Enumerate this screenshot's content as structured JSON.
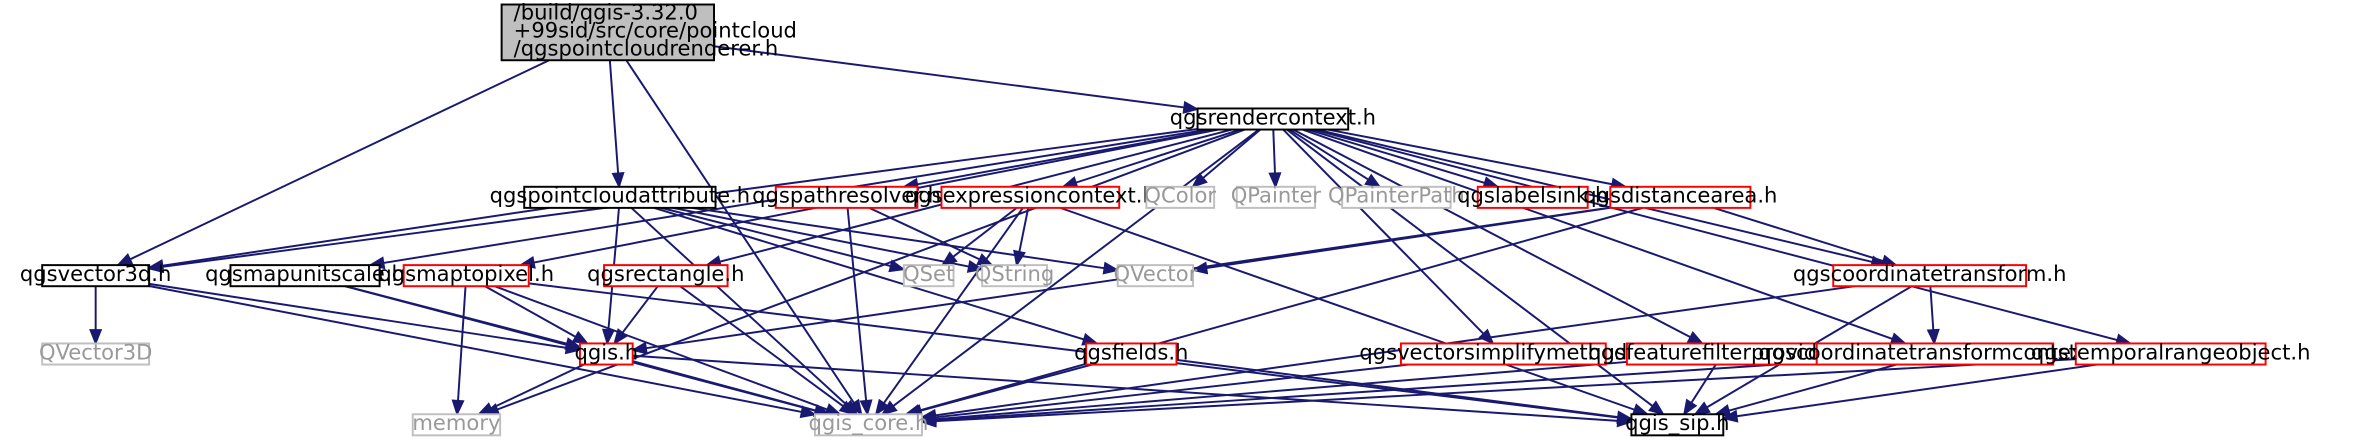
{
  "graph": {
    "colors": {
      "edge": "#191970",
      "focus_fill": "#bfbfbf",
      "focus_border": "#000000",
      "normal_border": "#000000",
      "incomplete_border": "#ff0000",
      "external_border": "#bfbfbf",
      "external_text": "#999999"
    },
    "nodes": [
      {
        "id": "root",
        "kind": "focus",
        "lines": [
          "/build/qgis-3.32.0",
          "+99sid/src/core/pointcloud",
          "/qgspointcloudrenderer.h"
        ]
      },
      {
        "id": "rendercontext",
        "kind": "normal",
        "lines": [
          "qgsrendercontext.h"
        ]
      },
      {
        "id": "pcattr",
        "kind": "normal",
        "lines": [
          "qgspointcloudattribute.h"
        ]
      },
      {
        "id": "vector3d",
        "kind": "normal",
        "lines": [
          "qgsvector3d.h"
        ]
      },
      {
        "id": "mapunitscale",
        "kind": "normal",
        "lines": [
          "qgsmapunitscale.h"
        ]
      },
      {
        "id": "maptopixel",
        "kind": "incomplete",
        "lines": [
          "qgsmaptopixel.h"
        ]
      },
      {
        "id": "rectangle",
        "kind": "incomplete",
        "lines": [
          "qgsrectangle.h"
        ]
      },
      {
        "id": "pathresolver",
        "kind": "incomplete",
        "lines": [
          "qgspathresolver.h"
        ]
      },
      {
        "id": "exprcontext",
        "kind": "incomplete",
        "lines": [
          "qgsexpressioncontext.h"
        ]
      },
      {
        "id": "qcolor",
        "kind": "external",
        "lines": [
          "QColor"
        ]
      },
      {
        "id": "qpainter",
        "kind": "external",
        "lines": [
          "QPainter"
        ]
      },
      {
        "id": "qpainterpath",
        "kind": "external",
        "lines": [
          "QPainterPath"
        ]
      },
      {
        "id": "labelsink",
        "kind": "incomplete",
        "lines": [
          "qgslabelsink.h"
        ]
      },
      {
        "id": "distancearea",
        "kind": "incomplete",
        "lines": [
          "qgsdistancearea.h"
        ]
      },
      {
        "id": "qset",
        "kind": "external",
        "lines": [
          "QSet"
        ]
      },
      {
        "id": "qstring",
        "kind": "external",
        "lines": [
          "QString"
        ]
      },
      {
        "id": "qvector",
        "kind": "external",
        "lines": [
          "QVector"
        ]
      },
      {
        "id": "coordtransform",
        "kind": "incomplete",
        "lines": [
          "qgscoordinatetransform.h"
        ]
      },
      {
        "id": "qvector3d",
        "kind": "external",
        "lines": [
          "QVector3D"
        ]
      },
      {
        "id": "qgis",
        "kind": "incomplete",
        "lines": [
          "qgis.h"
        ]
      },
      {
        "id": "fields",
        "kind": "incomplete",
        "lines": [
          "qgsfields.h"
        ]
      },
      {
        "id": "vecsimplify",
        "kind": "incomplete",
        "lines": [
          "qgsvectorsimplifymethod.h"
        ]
      },
      {
        "id": "featfilter",
        "kind": "incomplete",
        "lines": [
          "qgsfeaturefilterprovider.h"
        ]
      },
      {
        "id": "ctcontext",
        "kind": "incomplete",
        "lines": [
          "qgscoordinatetransformcontext.h"
        ]
      },
      {
        "id": "temporal",
        "kind": "incomplete",
        "lines": [
          "qgstemporalrangeobject.h"
        ]
      },
      {
        "id": "memory",
        "kind": "external",
        "lines": [
          "memory"
        ]
      },
      {
        "id": "qgiscore",
        "kind": "external",
        "lines": [
          "qgis_core.h"
        ]
      },
      {
        "id": "qgissip",
        "kind": "normal",
        "lines": [
          "qgis_sip.h"
        ]
      }
    ],
    "edges": [
      [
        "root",
        "rendercontext"
      ],
      [
        "root",
        "pcattr"
      ],
      [
        "root",
        "vector3d"
      ],
      [
        "root",
        "qgiscore"
      ],
      [
        "rendercontext",
        "qgissip"
      ],
      [
        "rendercontext",
        "qgiscore"
      ],
      [
        "rendercontext",
        "memory"
      ],
      [
        "rendercontext",
        "vector3d"
      ],
      [
        "rendercontext",
        "mapunitscale"
      ],
      [
        "rendercontext",
        "maptopixel"
      ],
      [
        "rendercontext",
        "rectangle"
      ],
      [
        "rendercontext",
        "pathresolver"
      ],
      [
        "rendercontext",
        "exprcontext"
      ],
      [
        "rendercontext",
        "qcolor"
      ],
      [
        "rendercontext",
        "qpainter"
      ],
      [
        "rendercontext",
        "qpainterpath"
      ],
      [
        "rendercontext",
        "labelsink"
      ],
      [
        "rendercontext",
        "distancearea"
      ],
      [
        "rendercontext",
        "coordtransform"
      ],
      [
        "rendercontext",
        "vecsimplify"
      ],
      [
        "rendercontext",
        "featfilter"
      ],
      [
        "rendercontext",
        "ctcontext"
      ],
      [
        "rendercontext",
        "temporal"
      ],
      [
        "pcattr",
        "qgiscore"
      ],
      [
        "pcattr",
        "qgis"
      ],
      [
        "pcattr",
        "qset"
      ],
      [
        "pcattr",
        "qstring"
      ],
      [
        "pcattr",
        "qvector"
      ],
      [
        "pcattr",
        "fields"
      ],
      [
        "pcattr",
        "vector3d"
      ],
      [
        "vector3d",
        "qvector3d"
      ],
      [
        "vector3d",
        "qgis"
      ],
      [
        "vector3d",
        "qgiscore"
      ],
      [
        "mapunitscale",
        "qgis"
      ],
      [
        "mapunitscale",
        "qgiscore"
      ],
      [
        "maptopixel",
        "qgis"
      ],
      [
        "maptopixel",
        "qgiscore"
      ],
      [
        "maptopixel",
        "qgissip"
      ],
      [
        "maptopixel",
        "memory"
      ],
      [
        "rectangle",
        "qgis"
      ],
      [
        "rectangle",
        "qgiscore"
      ],
      [
        "pathresolver",
        "qgiscore"
      ],
      [
        "pathresolver",
        "qstring"
      ],
      [
        "exprcontext",
        "qset"
      ],
      [
        "exprcontext",
        "qstring"
      ],
      [
        "exprcontext",
        "qgiscore"
      ],
      [
        "exprcontext",
        "qgissip"
      ],
      [
        "distancearea",
        "qgiscore"
      ],
      [
        "distancearea",
        "qvector"
      ],
      [
        "distancearea",
        "qgis"
      ],
      [
        "distancearea",
        "coordtransform"
      ],
      [
        "coordtransform",
        "ctcontext"
      ],
      [
        "coordtransform",
        "qgiscore"
      ],
      [
        "coordtransform",
        "qgissip"
      ],
      [
        "qgis",
        "qgiscore"
      ],
      [
        "qgis",
        "qgissip"
      ],
      [
        "qgis",
        "memory"
      ],
      [
        "fields",
        "qgiscore"
      ],
      [
        "fields",
        "qgissip"
      ],
      [
        "vecsimplify",
        "qgiscore"
      ],
      [
        "featfilter",
        "qgiscore"
      ],
      [
        "featfilter",
        "qgissip"
      ],
      [
        "ctcontext",
        "qgiscore"
      ],
      [
        "ctcontext",
        "qgissip"
      ],
      [
        "temporal",
        "qgiscore"
      ],
      [
        "temporal",
        "qgissip"
      ]
    ]
  }
}
